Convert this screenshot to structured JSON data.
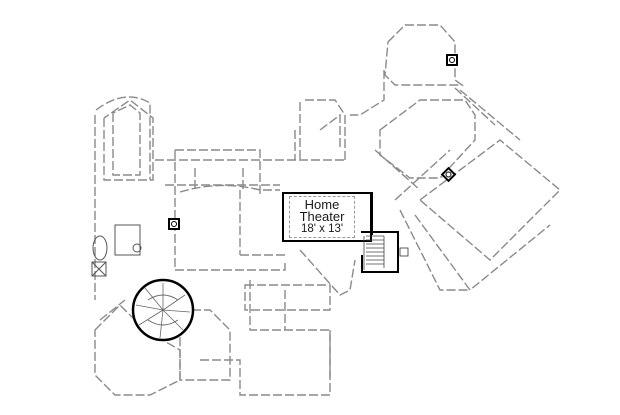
{
  "plan": {
    "highlighted_room": {
      "name_line1": "Home",
      "name_line2": "Theater",
      "dimensions": "18' x 13'"
    },
    "colors": {
      "background": "#ffffff",
      "dashed_walls": "#8a8a8a",
      "highlight_walls": "#000000",
      "text": "#1a1a1a"
    }
  }
}
